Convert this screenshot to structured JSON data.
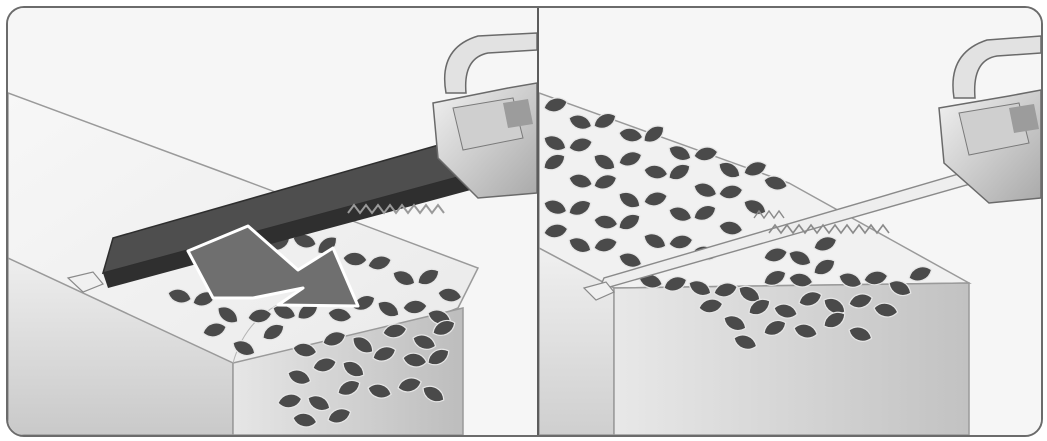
{
  "figure": {
    "panels": [
      {
        "id": "left",
        "description_icon": "hedge-trimmer-sweeping-cut-icon",
        "arrow_direction": "down-right"
      },
      {
        "id": "right",
        "description_icon": "hedge-trimmer-level-cut-icon"
      }
    ],
    "colors": {
      "leaf": "#4a4a4a",
      "leaf_outline": "#e6e6e6",
      "hedge": "#efefef",
      "hedge_shadow": "#bdbdbd",
      "blade": "#5a5a5a",
      "arrow": "#6f6f6f",
      "frame": "#6b6b6b"
    }
  }
}
